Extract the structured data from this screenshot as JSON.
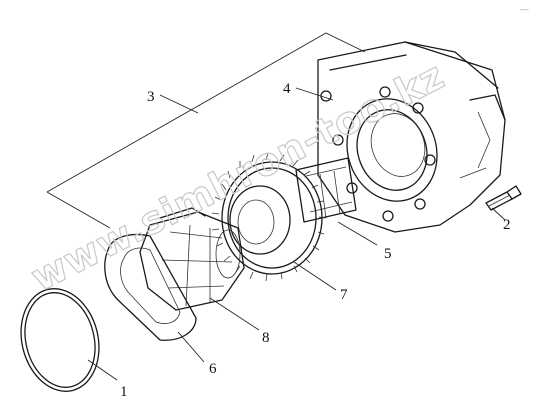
{
  "callouts": {
    "c1": "1",
    "c2": "2",
    "c3": "3",
    "c4": "4",
    "c5": "5",
    "c6": "6",
    "c7": "7",
    "c8": "8"
  },
  "watermark": "www.simhron-too.kz",
  "corner_mark": "—",
  "colors": {
    "line": "#1a1a1a",
    "watermark": "#c8c8c8",
    "background": "#ffffff"
  }
}
